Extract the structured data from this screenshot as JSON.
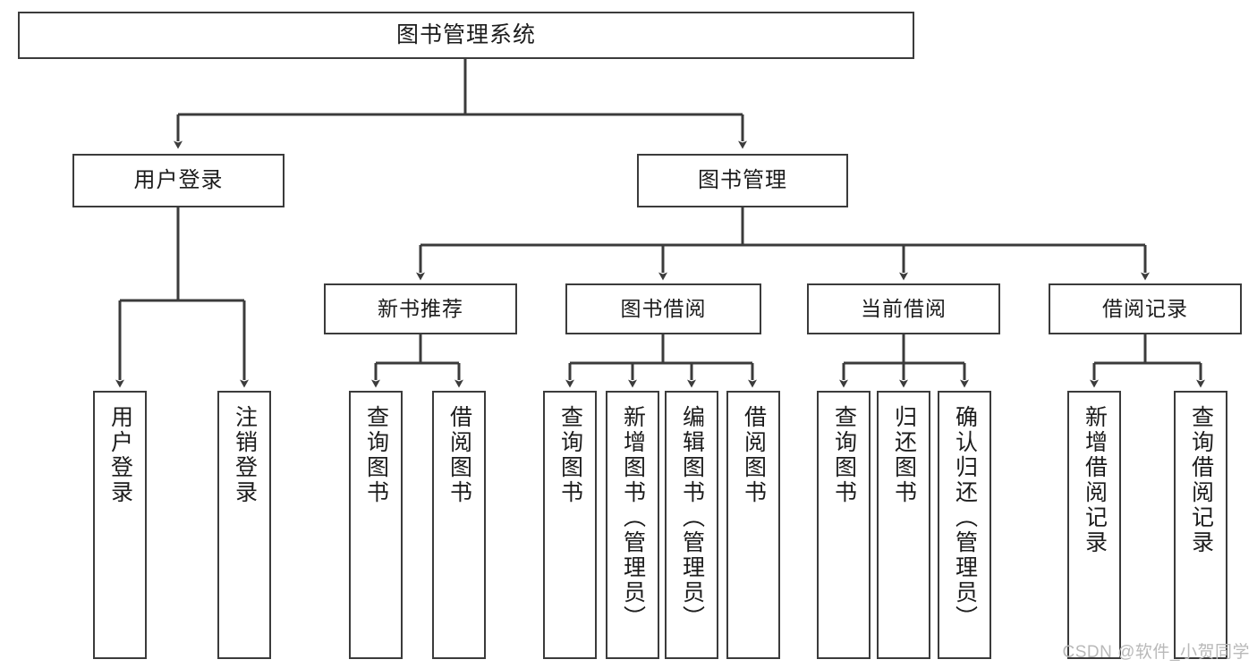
{
  "diagram": {
    "title": "图书管理系统",
    "type": "tree-hierarchy-chart",
    "colors": {
      "box_border": "#3b3b3b",
      "box_fill": "#ffffff",
      "connector": "#3b3b3b",
      "text": "#1c1c1c",
      "watermark": "#b9b9b9",
      "background": "#ffffff"
    },
    "root": {
      "label": "图书管理系统"
    },
    "level2": [
      {
        "label": "用户登录"
      },
      {
        "label": "图书管理"
      }
    ],
    "level3": [
      {
        "label": "新书推荐"
      },
      {
        "label": "图书借阅"
      },
      {
        "label": "当前借阅"
      },
      {
        "label": "借阅记录"
      }
    ],
    "leaves": {
      "user_login": [
        {
          "label": "用户登录"
        },
        {
          "label": "注销登录"
        }
      ],
      "new_book_recommend": [
        {
          "label": "查询图书"
        },
        {
          "label": "借阅图书"
        }
      ],
      "book_borrow": [
        {
          "label": "查询图书"
        },
        {
          "label": "新增图书（管理员）"
        },
        {
          "label": "编辑图书（管理员）"
        },
        {
          "label": "借阅图书"
        }
      ],
      "current_borrow": [
        {
          "label": "查询图书"
        },
        {
          "label": "归还图书"
        },
        {
          "label": "确认归还（管理员）"
        }
      ],
      "borrow_record": [
        {
          "label": "新增借阅记录"
        },
        {
          "label": "查询借阅记录"
        }
      ]
    },
    "watermark": "CSDN @软件_小贺同学"
  }
}
